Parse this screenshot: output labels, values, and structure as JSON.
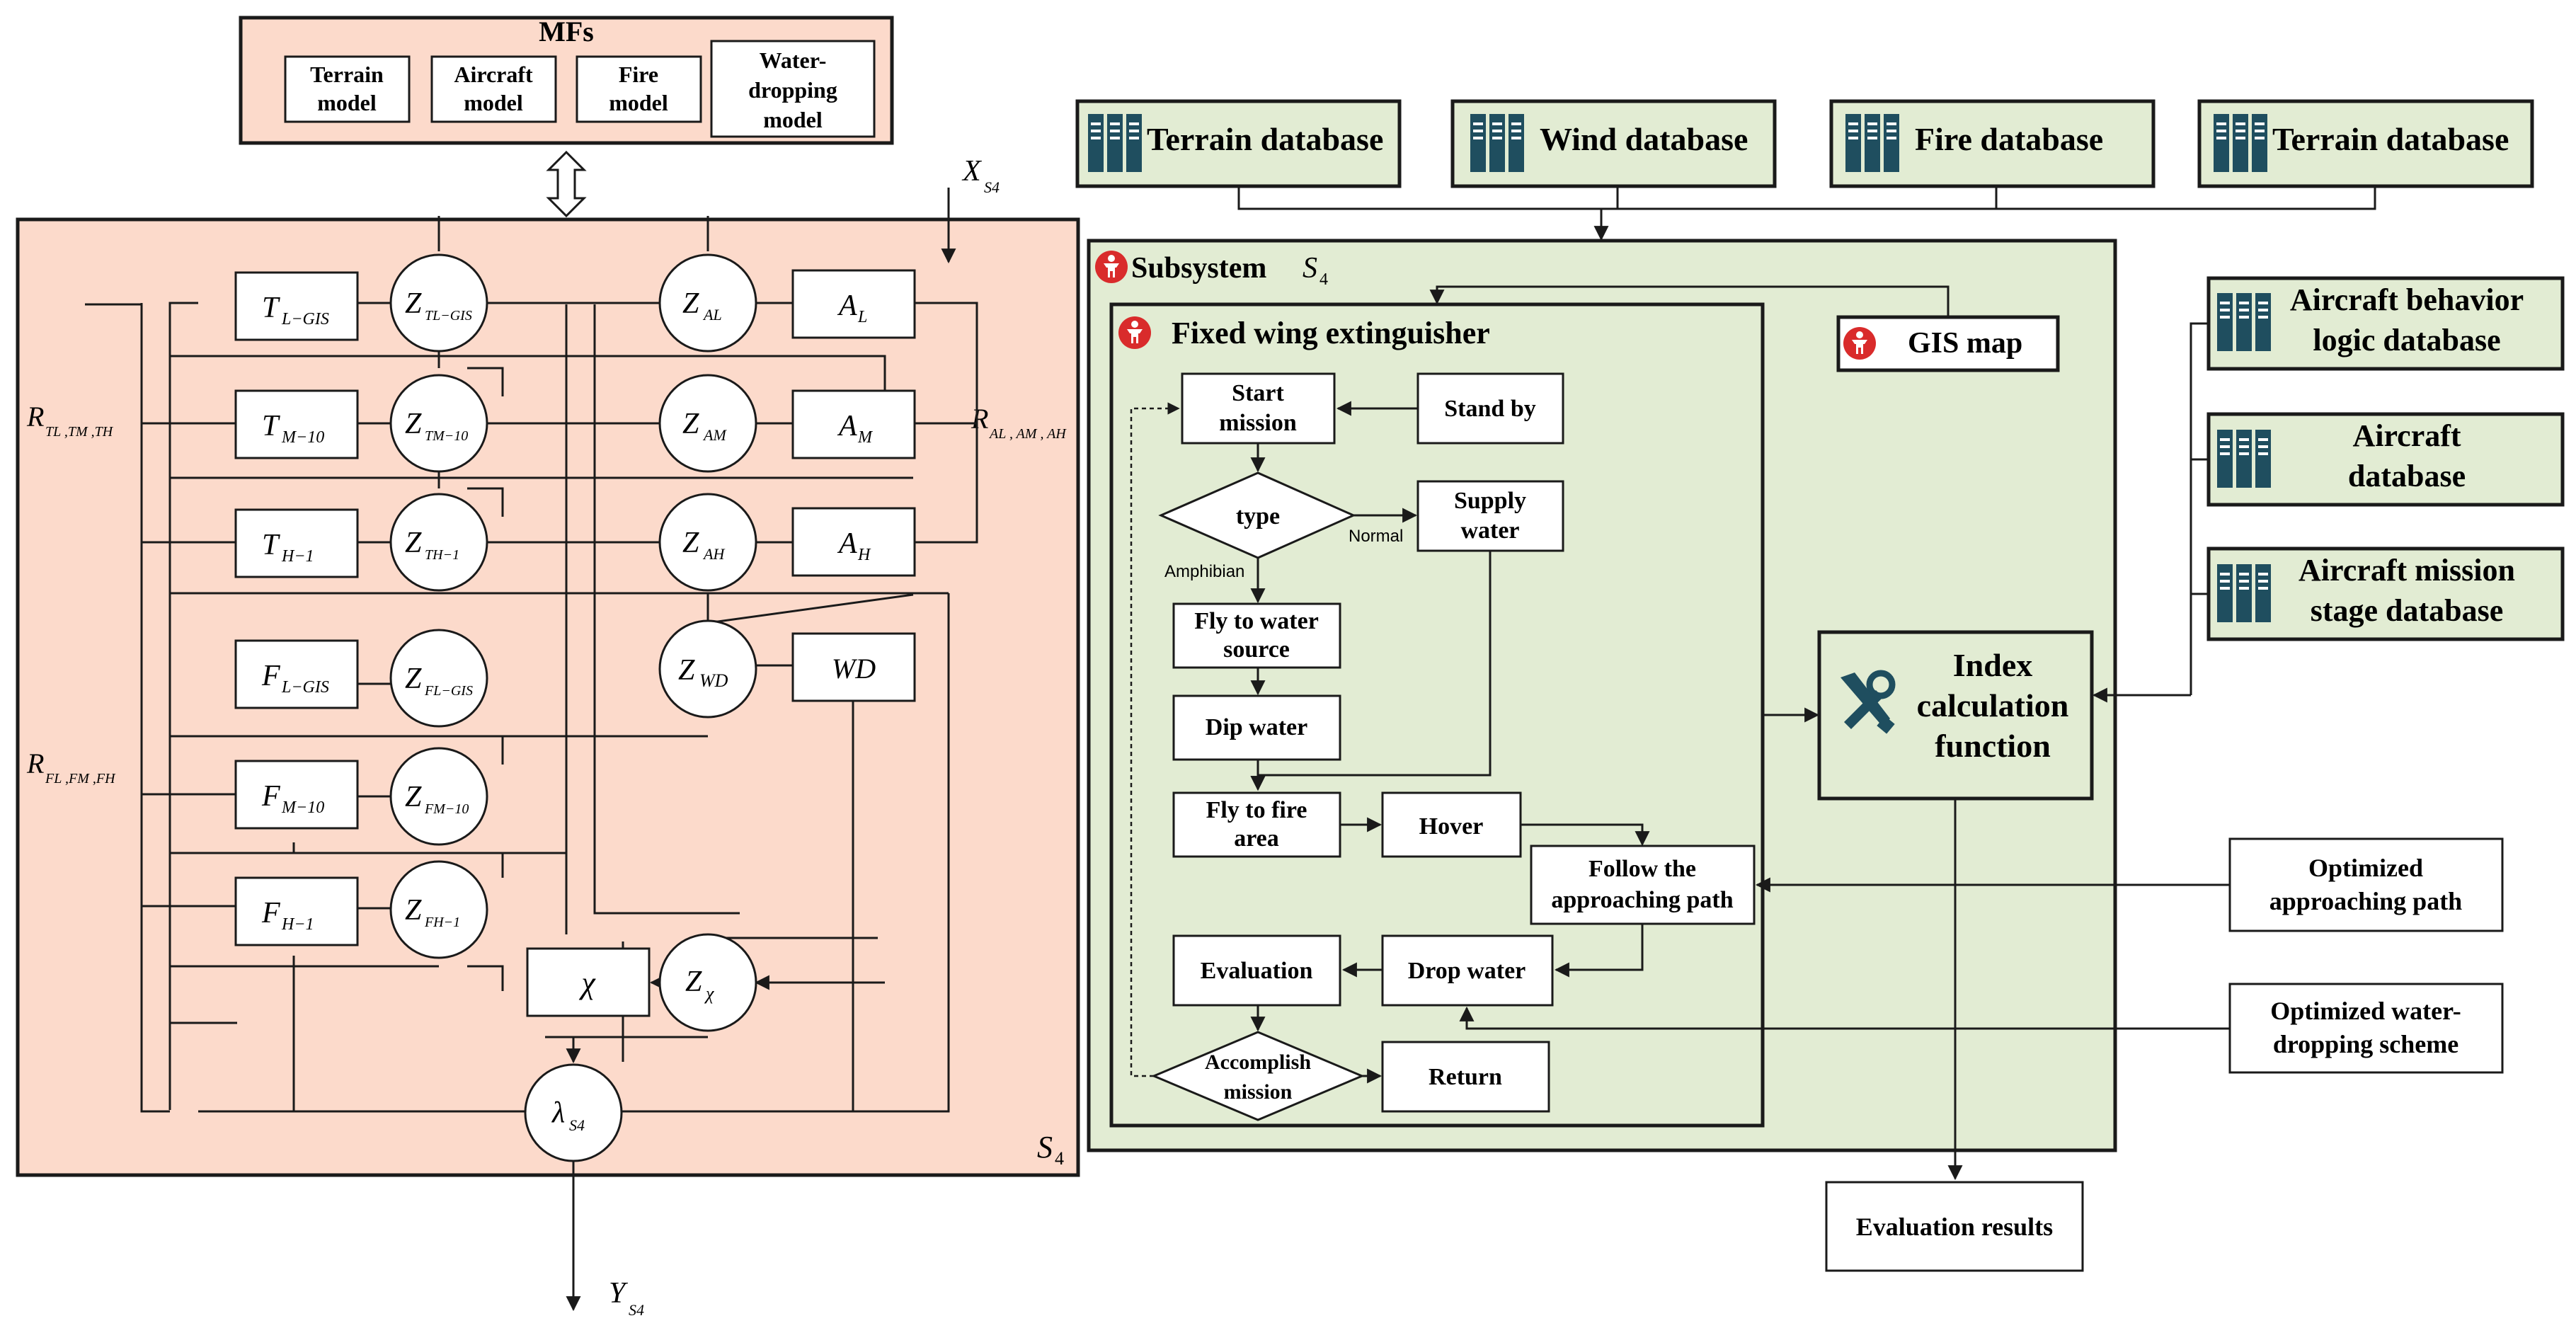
{
  "mfs": {
    "title": "MFs",
    "models": [
      {
        "line1": "Terrain",
        "line2": "model",
        "line3": ""
      },
      {
        "line1": "Aircraft",
        "line2": "model",
        "line3": ""
      },
      {
        "line1": "Fire",
        "line2": "model",
        "line3": ""
      },
      {
        "line1": "Water-",
        "line2": "dropping",
        "line3": "model"
      }
    ]
  },
  "left_model": {
    "input_label": "X",
    "input_sub": "S4",
    "output_label": "Y",
    "output_sub": "S4",
    "corner_label": "S",
    "corner_sub": "4",
    "r_t_label": "R",
    "r_t_sub": "TL ,TM ,TH",
    "r_f_label": "R",
    "r_f_sub": "FL ,FM ,FH",
    "r_a_label": "R",
    "r_a_sub": "AL , AM , AH",
    "t_boxes": [
      {
        "main": "T",
        "sub": "L−GIS"
      },
      {
        "main": "T",
        "sub": "M−10"
      },
      {
        "main": "T",
        "sub": "H−1"
      }
    ],
    "f_boxes": [
      {
        "main": "F",
        "sub": "L−GIS"
      },
      {
        "main": "F",
        "sub": "M−10"
      },
      {
        "main": "F",
        "sub": "H−1"
      }
    ],
    "zt_circles": [
      {
        "main": "Z",
        "sub": "TL−GIS"
      },
      {
        "main": "Z",
        "sub": "TM−10"
      },
      {
        "main": "Z",
        "sub": "TH−1"
      }
    ],
    "zf_circles": [
      {
        "main": "Z",
        "sub": "FL−GIS"
      },
      {
        "main": "Z",
        "sub": "FM−10"
      },
      {
        "main": "Z",
        "sub": "FH−1"
      }
    ],
    "za_circles": [
      {
        "main": "Z",
        "sub": "AL"
      },
      {
        "main": "Z",
        "sub": "AM"
      },
      {
        "main": "Z",
        "sub": "AH"
      }
    ],
    "a_boxes": [
      {
        "main": "A",
        "sub": "L"
      },
      {
        "main": "A",
        "sub": "M"
      },
      {
        "main": "A",
        "sub": "H"
      }
    ],
    "zwd": {
      "main": "Z",
      "sub": "WD"
    },
    "wd": "WD",
    "chi": "χ",
    "zchi": {
      "main": "Z",
      "sub": "χ"
    },
    "lambda": {
      "main": "λ",
      "sub": "S4"
    }
  },
  "databases_top": [
    "Terrain database",
    "Wind  database",
    "Fire  database",
    "Terrain database"
  ],
  "subsystem": {
    "title": "Subsystem",
    "symbol": "S",
    "sub": "4"
  },
  "extinguisher": {
    "title": "Fixed wing extinguisher"
  },
  "gis_map": "GIS map",
  "flow": {
    "start": [
      "Start",
      "mission"
    ],
    "standby": "Stand by",
    "type": "type",
    "normal": "Normal",
    "amphibian": "Amphibian",
    "supply": [
      "Supply",
      "water"
    ],
    "fly_water": [
      "Fly to water",
      "source"
    ],
    "dip": "Dip water",
    "fly_fire": [
      "Fly to fire",
      "area"
    ],
    "hover": "Hover",
    "follow": [
      "Follow the",
      "approaching path"
    ],
    "evaluation": "Evaluation",
    "drop": "Drop water",
    "accomplish": [
      "Accomplish",
      "mission"
    ],
    "return": "Return"
  },
  "index_function": [
    "Index",
    "calculation",
    "function"
  ],
  "databases_right": [
    [
      "Aircraft behavior",
      "logic database"
    ],
    [
      "Aircraft",
      "database"
    ],
    [
      "Aircraft mission",
      "stage database"
    ]
  ],
  "optimized_path": [
    "Optimized",
    "approaching path"
  ],
  "optimized_scheme": [
    "Optimized water-",
    "dropping scheme"
  ],
  "evaluation_results": "Evaluation results",
  "colors": {
    "salmon": "#FCDACB",
    "green": "#E2ECD3",
    "db_icon": "#1F4E5F",
    "red_icon": "#D92B2B",
    "line": "#1a1a1a"
  },
  "icons": {
    "database": "database-icon",
    "person": "person-icon",
    "tools": "tools-icon"
  }
}
